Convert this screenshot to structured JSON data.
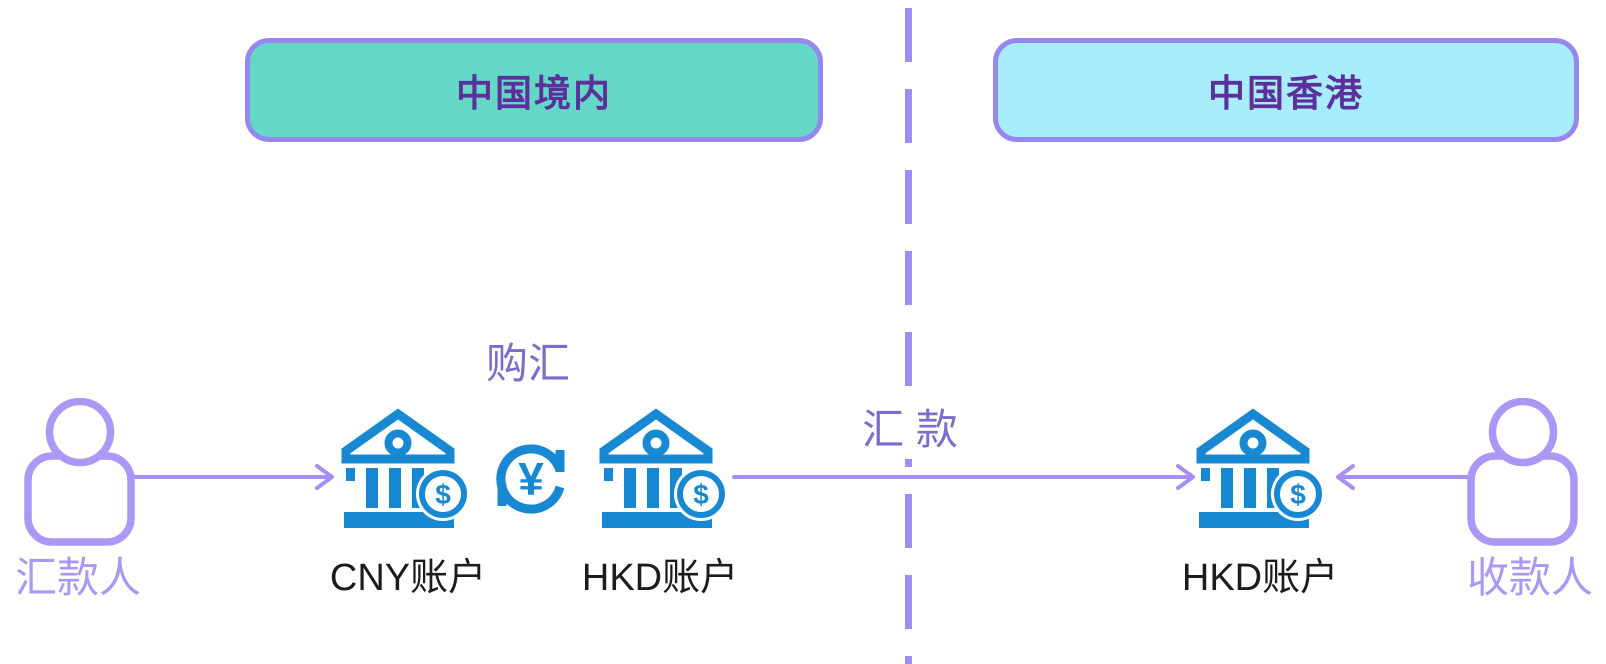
{
  "regions": {
    "mainland": {
      "label": "中国境内",
      "fill": "#63d8c6",
      "border": "#9487ee",
      "text_color": "#5c2f9b"
    },
    "hongkong": {
      "label": "中国香港",
      "fill": "#a8edfb",
      "border": "#9487ee",
      "text_color": "#5c2f9b"
    }
  },
  "actors": {
    "remitter": {
      "label": "汇款人"
    },
    "payee": {
      "label": "收款人"
    }
  },
  "accounts": {
    "cny_mainland": {
      "label": "CNY账户"
    },
    "hkd_mainland": {
      "label": "HKD账户"
    },
    "hkd_hongkong": {
      "label": "HKD账户"
    }
  },
  "flows": {
    "fx_purchase": {
      "label": "购汇"
    },
    "remittance": {
      "label": "汇 款"
    }
  },
  "symbols": {
    "dollar": "$",
    "yuan": "¥"
  },
  "colors": {
    "bank_icon_blue": "#1788d1",
    "person_icon_lilac": "#ab97f5",
    "arrow_lilac": "#a78ef2",
    "divider_purple": "#9d8df4",
    "flow_label_purple": "#7c6dcc",
    "account_label_dark": "#1c1c1e"
  }
}
